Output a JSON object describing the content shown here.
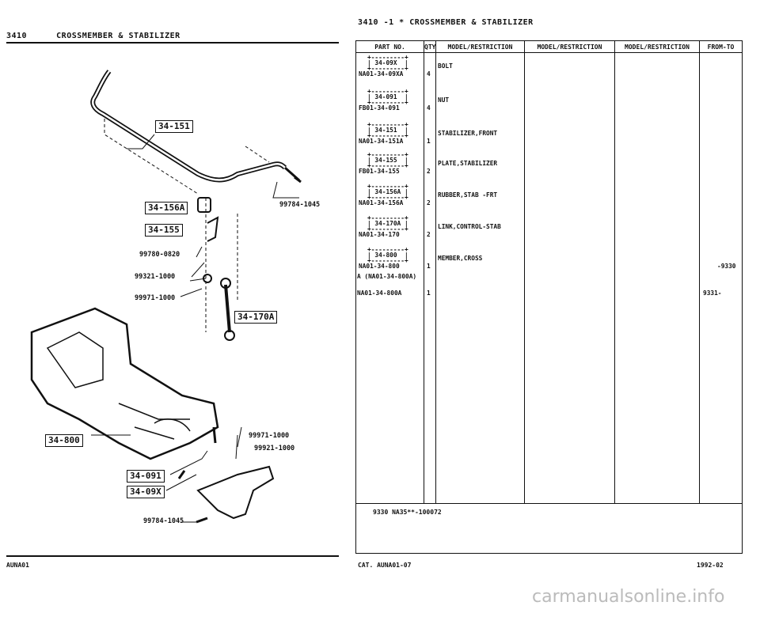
{
  "left_header": {
    "code": "3410",
    "title": "CROSSMEMBER & STABILIZER"
  },
  "right_header": {
    "text": "3410 -1 * CROSSMEMBER & STABILIZER"
  },
  "diagram": {
    "group_labels": [
      "34-151",
      "34-156A",
      "34-155",
      "34-170A",
      "34-800",
      "34-091",
      "34-09X"
    ],
    "part_callouts": [
      "99784-1045",
      "99780-0820",
      "99321-1000",
      "99971-1000",
      "99971-1000",
      "99921-1000",
      "99784-1045"
    ]
  },
  "table": {
    "headers": [
      "PART NO.",
      "QTY",
      "MODEL/RESTRICTION",
      "MODEL/RESTRICTION",
      "MODEL/RESTRICTION",
      "FROM-TO"
    ],
    "rows": [
      {
        "group": "| 34-09X  |",
        "part": "NA01-34-09XA",
        "qty": "4",
        "desc": "BOLT",
        "from_to": ""
      },
      {
        "group": "| 34-091  |",
        "part": "FB01-34-091",
        "qty": "4",
        "desc": "NUT",
        "from_to": ""
      },
      {
        "group": "| 34-151  |",
        "part": "NA01-34-151A",
        "qty": "1",
        "desc": "STABILIZER,FRONT",
        "from_to": ""
      },
      {
        "group": "| 34-155  |",
        "part": "FB01-34-155",
        "qty": "2",
        "desc": "PLATE,STABILIZER",
        "from_to": ""
      },
      {
        "group": "| 34-156A |",
        "part": "NA01-34-156A",
        "qty": "2",
        "desc": "RUBBER,STAB -FRT",
        "from_to": ""
      },
      {
        "group": "| 34-170A |",
        "part": "NA01-34-170",
        "qty": "2",
        "desc": "LINK,CONTROL-STAB",
        "from_to": ""
      },
      {
        "group": "| 34-800  |",
        "part": "NA01-34-800",
        "qty": "1",
        "desc": "MEMBER,CROSS",
        "from_to": "-9330"
      },
      {
        "group": "",
        "part": "A (NA01-34-800A)",
        "qty": "",
        "desc": "",
        "from_to": ""
      },
      {
        "group": "",
        "part": "NA01-34-800A",
        "qty": "1",
        "desc": "",
        "from_to": "9331-"
      }
    ],
    "footnote": "9330 NA35**-100072"
  },
  "footer": {
    "left_code": "AUNA01",
    "catalog": "CAT. AUNA01-07",
    "year": "1992-02"
  },
  "watermark": "carmanualsonline.info"
}
